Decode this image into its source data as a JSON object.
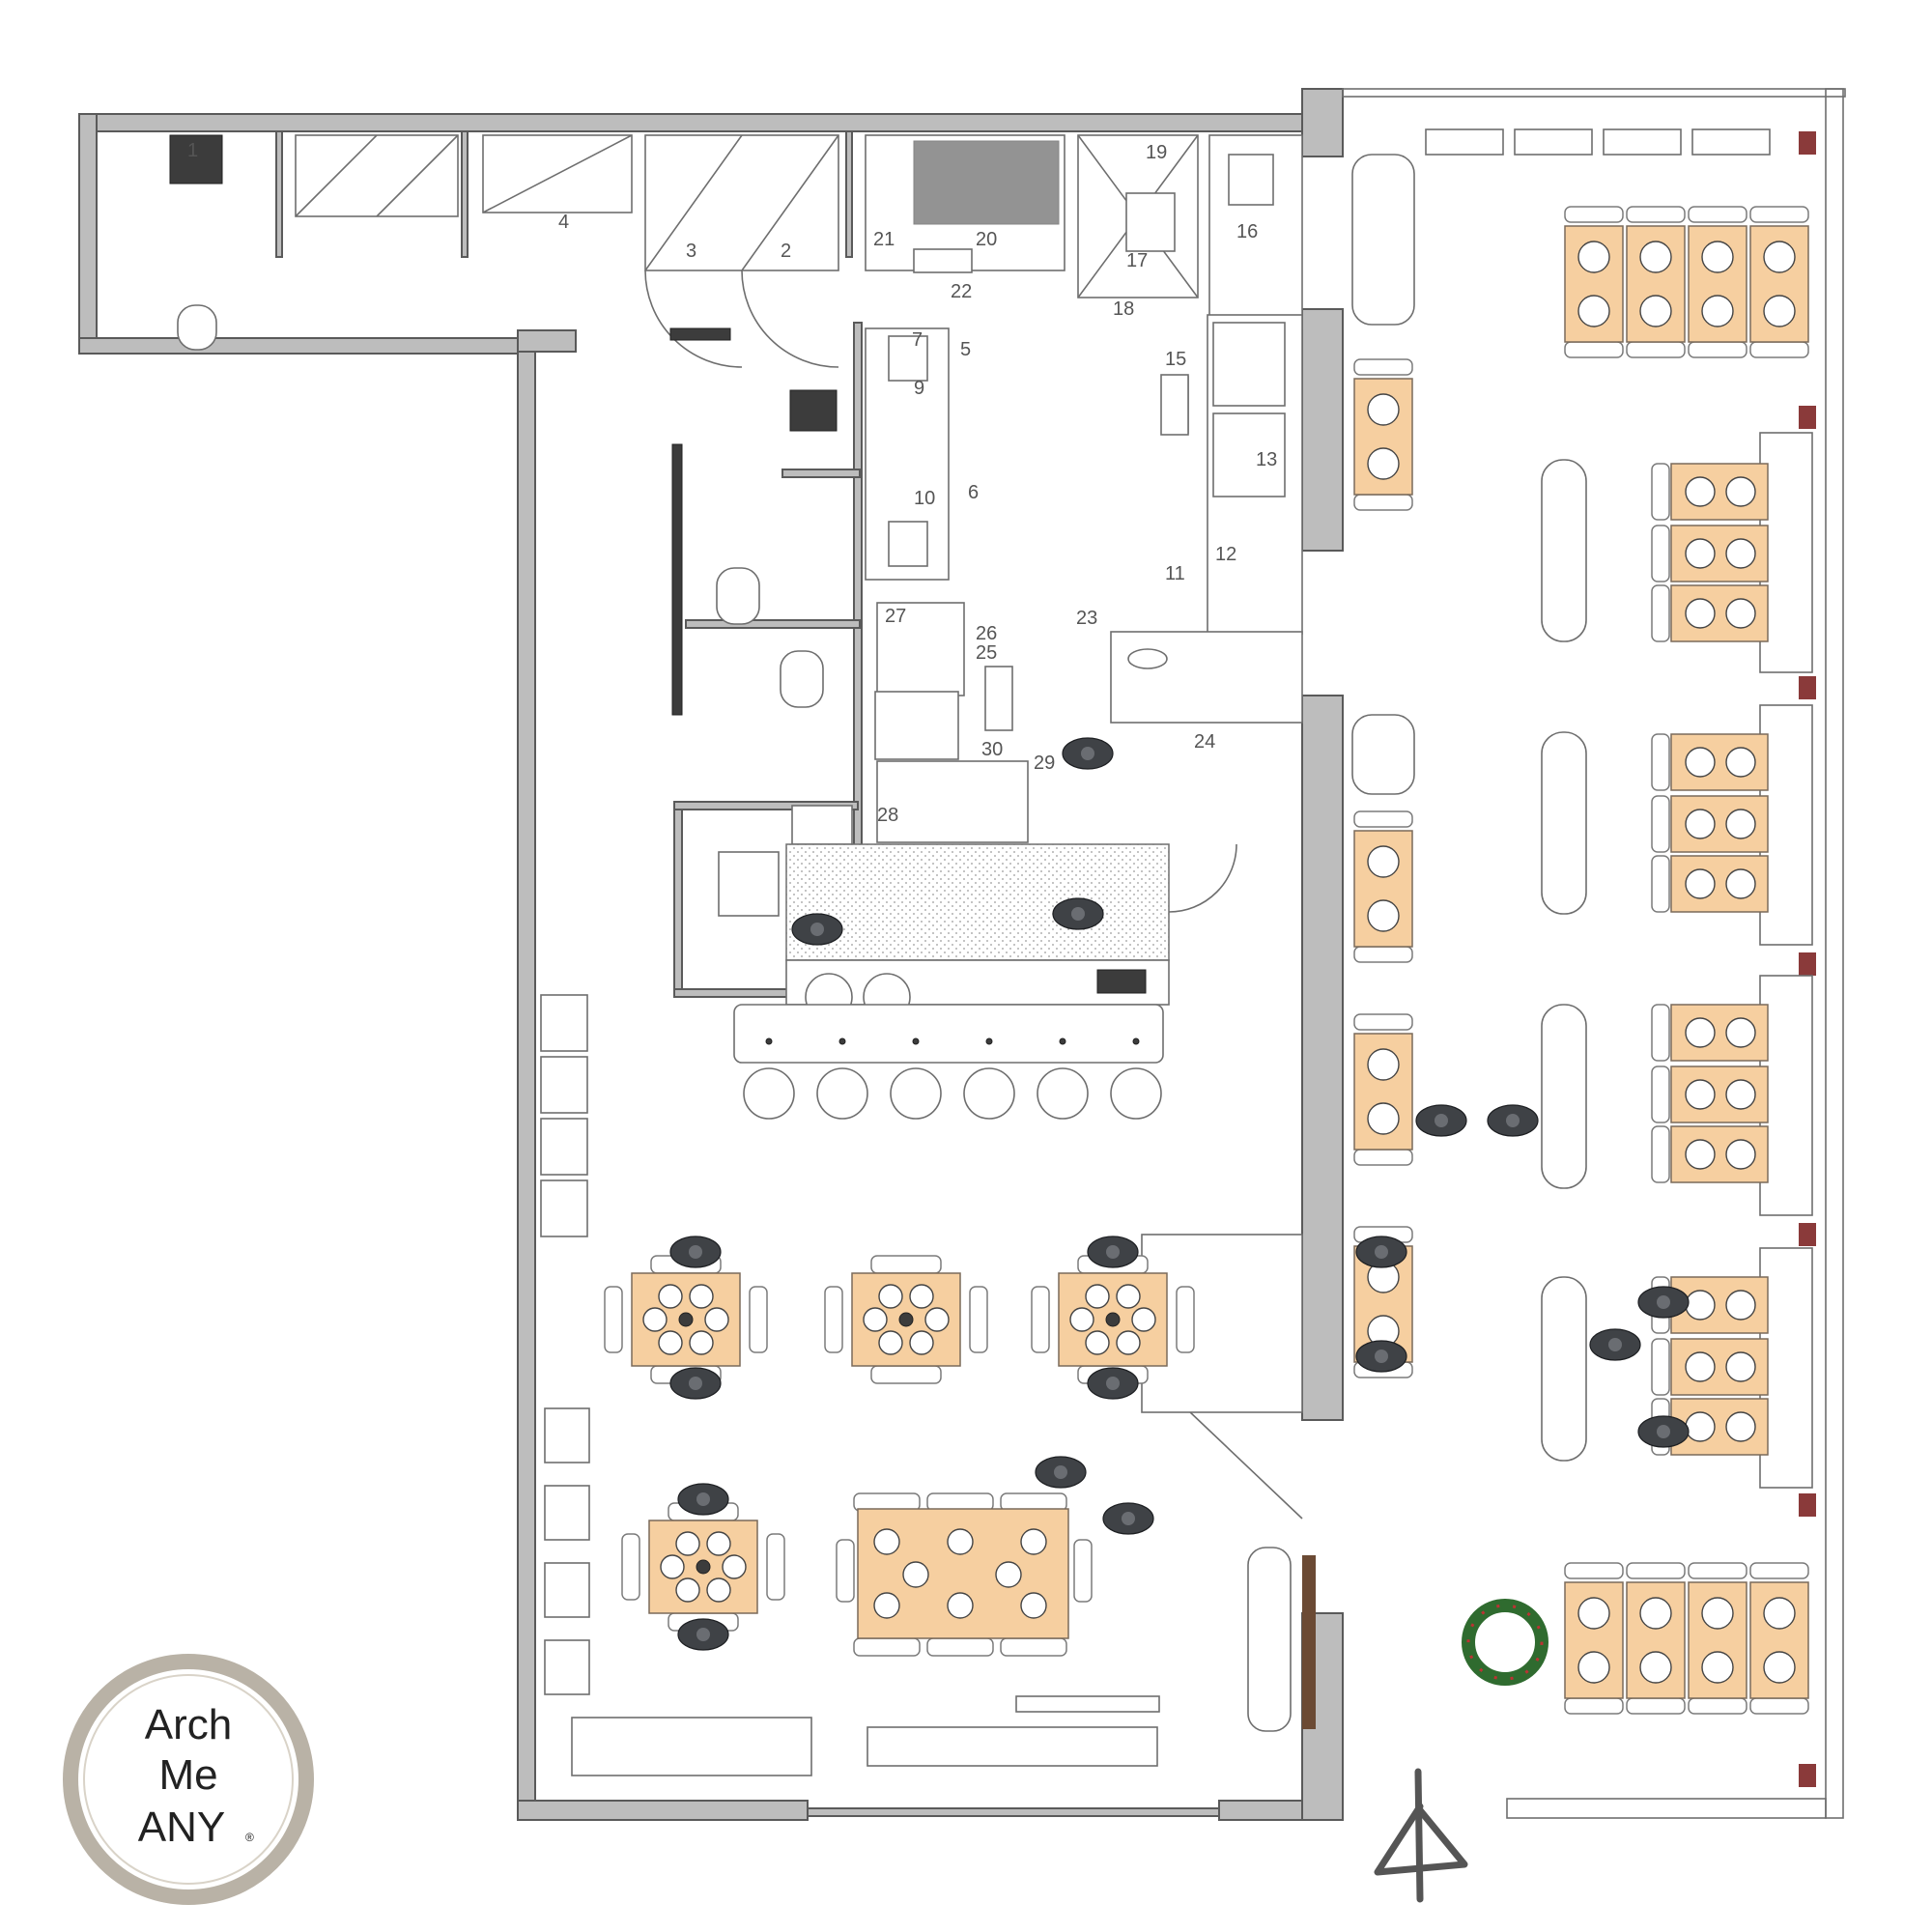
{
  "room_numbers": [
    "1",
    "2",
    "3",
    "4",
    "5",
    "6",
    "7",
    "9",
    "10",
    "11",
    "12",
    "13",
    "15",
    "16",
    "17",
    "18",
    "19",
    "20",
    "21",
    "22",
    "23",
    "24",
    "25",
    "26",
    "27",
    "28",
    "29",
    "30"
  ],
  "logo": {
    "line1": "Arch",
    "line2": "Me",
    "line3": "ANY",
    "mark": "®"
  },
  "colors": {
    "table": "#f6cfa0",
    "wall": "#bdbdbd",
    "logo_ring": "#b9b2a6"
  }
}
